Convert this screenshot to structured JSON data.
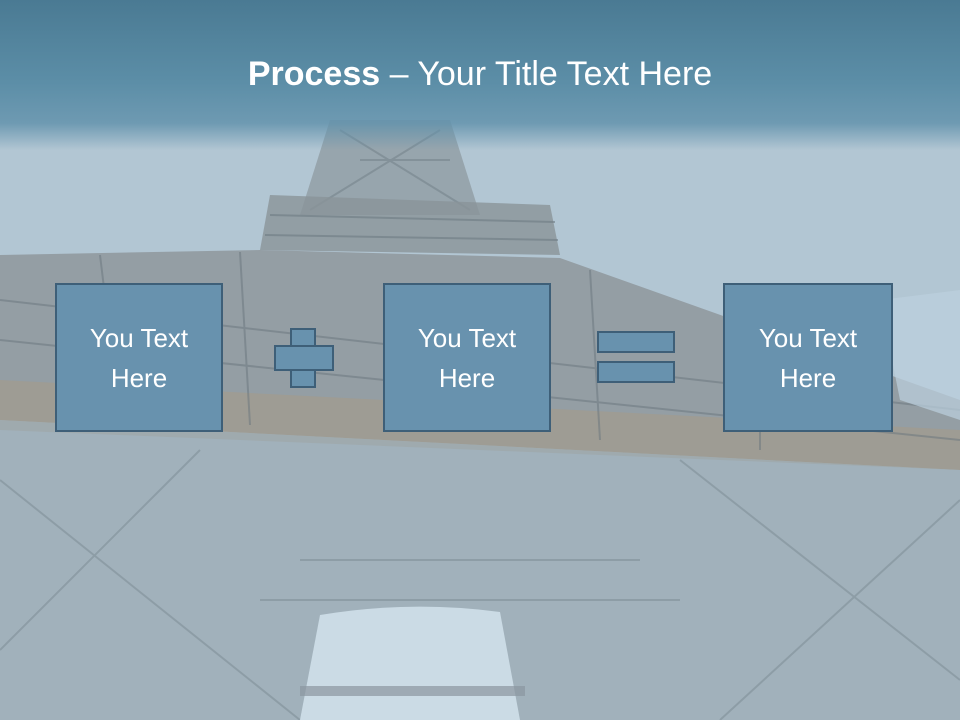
{
  "slide": {
    "title_bold": "Process",
    "title_rest": " – Your Title Text Here",
    "boxes": [
      {
        "text": "You Text Here"
      },
      {
        "text": "You Text Here"
      },
      {
        "text": "You Text Here"
      }
    ],
    "operators": [
      "plus-icon",
      "equals-icon"
    ],
    "colors": {
      "title_band": "#5c8ea7",
      "box_fill": "#6892ae",
      "box_border": "#3e5f78",
      "text": "#ffffff"
    }
  }
}
